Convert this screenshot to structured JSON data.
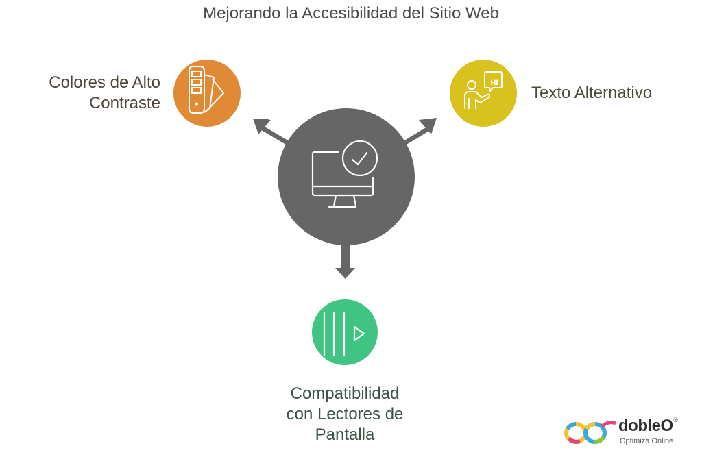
{
  "title": "Mejorando la Accesibilidad del Sitio Web",
  "center": {
    "icon": "monitor-check-icon",
    "color": "#666666"
  },
  "branches": [
    {
      "label": "Colores de Alto Contraste",
      "label_lines": [
        "Colores de Alto",
        "Contraste"
      ],
      "icon": "color-swatch-icon",
      "color": "#e08a35",
      "direction": "upper-left"
    },
    {
      "label": "Texto Alternativo",
      "icon": "person-speech-hi-icon",
      "color": "#d9c21e",
      "direction": "upper-right",
      "bubble_text": "HI"
    },
    {
      "label": "Compatibilidad con Lectores de Pantalla",
      "label_lines": [
        "Compatibilidad",
        "con Lectores de",
        "Pantalla"
      ],
      "icon": "audio-play-icon",
      "color": "#3fc482",
      "direction": "down"
    }
  ],
  "logo": {
    "name": "dobleO",
    "tagline": "Optimiza Online",
    "registered": "®"
  }
}
